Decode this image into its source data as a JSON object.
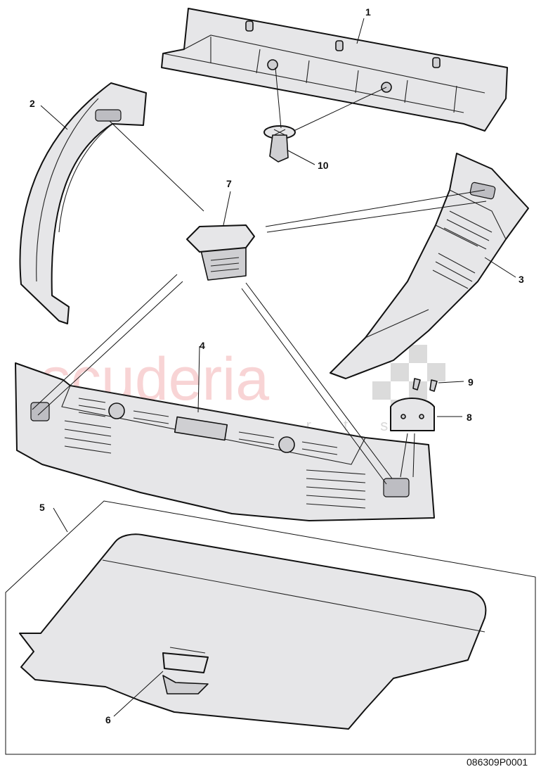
{
  "watermark": {
    "brand": "scuderia",
    "sub": "c a r p a r t s"
  },
  "callouts": [
    {
      "id": "1",
      "label": "1"
    },
    {
      "id": "2",
      "label": "2"
    },
    {
      "id": "3",
      "label": "3"
    },
    {
      "id": "4",
      "label": "4"
    },
    {
      "id": "5",
      "label": "5"
    },
    {
      "id": "6",
      "label": "6"
    },
    {
      "id": "7",
      "label": "7"
    },
    {
      "id": "8",
      "label": "8"
    },
    {
      "id": "9",
      "label": "9"
    },
    {
      "id": "10",
      "label": "10"
    }
  ],
  "drawing_code": "086309P0001",
  "colors": {
    "part_fill": "#e6e6e8",
    "outline": "#111111",
    "watermark_red": "#f6c6c8"
  }
}
